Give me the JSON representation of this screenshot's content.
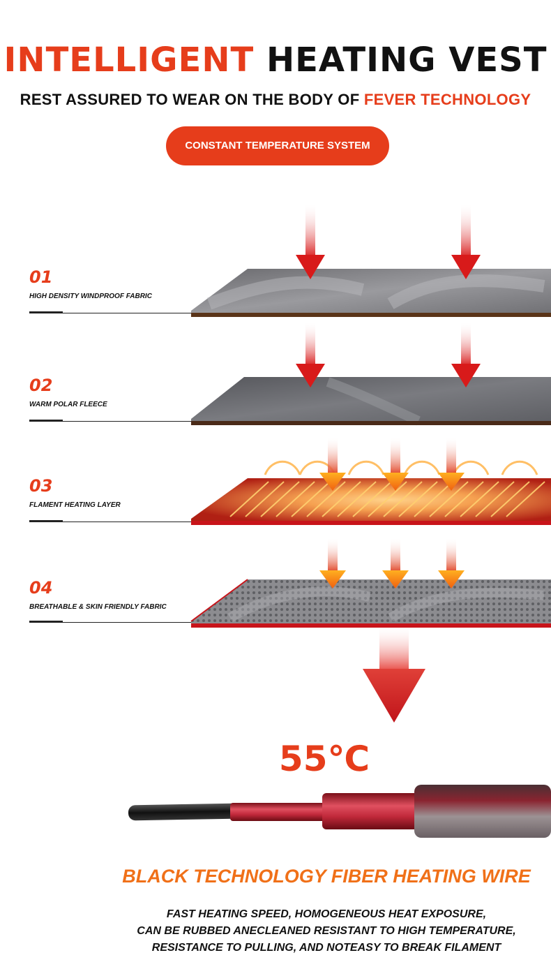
{
  "header": {
    "title_accent": "INTELLIGENT",
    "title_rest": "HEATING VEST",
    "subtitle_plain": "REST ASSURED TO WEAR ON THE BODY OF",
    "subtitle_accent": "FEVER TECHNOLOGY",
    "pill_label": "CONSTANT TEMPERATURE SYSTEM"
  },
  "layers": [
    {
      "number": "01",
      "name": "HIGH DENSITY WINDPROOF FABRIC"
    },
    {
      "number": "02",
      "name": "WARM POLAR FLEECE"
    },
    {
      "number": "03",
      "name": "FLAMENT HEATING LAYER"
    },
    {
      "number": "04",
      "name": "BREATHABLE & SKIN FRIENDLY FABRIC"
    }
  ],
  "temperature": "55℃",
  "wire": {
    "title": "BLACK TECHNOLOGY FIBER HEATING WIRE",
    "lines": [
      "FAST HEATING SPEED, HOMOGENEOUS HEAT EXPOSURE,",
      "CAN BE RUBBED ANECLEANED RESISTANT TO HIGH TEMPERATURE,",
      "RESISTANCE TO PULLING, AND NOTEASY TO BREAK FILAMENT"
    ]
  },
  "colors": {
    "accent": "#e63d1b",
    "orange": "#f07018",
    "text": "#111111"
  }
}
